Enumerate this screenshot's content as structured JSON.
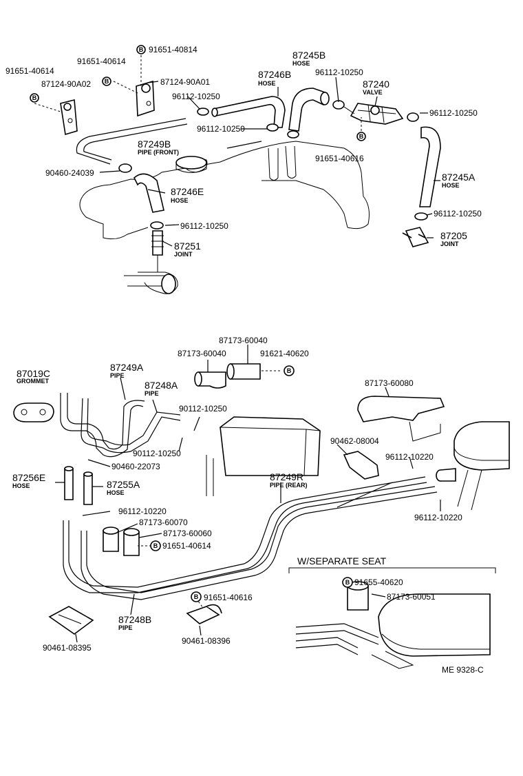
{
  "diagram": {
    "labels": {
      "p91651_40814": "91651-40814",
      "p91651_40614_a": "91651-40614",
      "p91651_40614_b": "91651-40614",
      "p87124_90A02": "87124-90A02",
      "p87124_90A01": "87124-90A01",
      "p87245B": "87245B",
      "p87245B_name": "HOSE",
      "p87246B": "87246B",
      "p87246B_name": "HOSE",
      "p96112_10250_a": "96112-10250",
      "p96112_10250_b": "96112-10250",
      "p87240": "87240",
      "p87240_name": "VALVE",
      "p96112_10250_c": "96112-10250",
      "p96112_10250_d": "96112-10250",
      "p87249B": "87249B",
      "p87249B_name": "PIPE  (FRONT)",
      "p91651_40616_a": "91651-40616",
      "p90460_24039": "90460-24039",
      "p87246E": "87246E",
      "p87246E_name": "HOSE",
      "p87245A": "87245A",
      "p87245A_name": "HOSE",
      "p96112_10250_e": "96112-10250",
      "p96112_10250_f": "96112-10250",
      "p87251": "87251",
      "p87251_name": "JOINT",
      "p87205": "87205",
      "p87205_name": "JOINT",
      "p87173_60040_a": "87173-60040",
      "p87173_60040_b": "87173-60040",
      "p91621_40620": "91621-40620",
      "p87019C": "87019C",
      "p87019C_name": "GROMMET",
      "p87249A": "87249A",
      "p87249A_name": "PIPE",
      "p87248A": "87248A",
      "p87248A_name": "PIPE",
      "p87173_60080": "87173-60080",
      "p90112_10250_a": "90112-10250",
      "p90112_10250_b": "90112-10250",
      "p90462_08004": "90462-08004",
      "p90460_22073": "90460-22073",
      "p96112_10220_a": "96112-10220",
      "p87256E": "87256E",
      "p87256E_name": "HOSE",
      "p87255A": "87255A",
      "p87255A_name": "HOSE",
      "p87249R": "87249R",
      "p87249R_name": "PIPE (REAR)",
      "p96112_10220_b": "96112-10220",
      "p87173_60070": "87173-60070",
      "p87173_60060": "87173-60060",
      "p91651_40614_c": "91651-40614",
      "p96112_10220_c": "96112-10220",
      "separate_seat": "W/SEPARATE SEAT",
      "p91655_40620": "91655-40620",
      "p87173_60051": "87173-60051",
      "p91651_40616_b": "91651-40616",
      "p87248B": "87248B",
      "p87248B_name": "PIPE",
      "p90461_08395": "90461-08395",
      "p90461_08396": "90461-08396",
      "ref_code": "ME  9328-C",
      "bolt_mark": "B"
    }
  }
}
